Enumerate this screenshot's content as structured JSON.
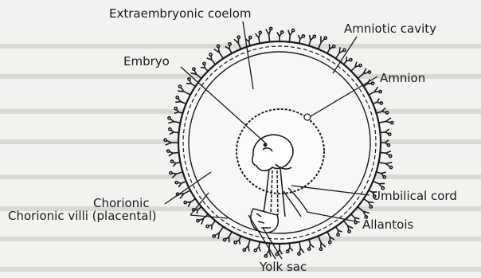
{
  "labels": {
    "extraembryonic_coelom": "Extraembryonic coelom",
    "amniotic_cavity": "Amniotic cavity",
    "embryo": "Embryo",
    "amnion": "Amnion",
    "chorionic": "Chorionic",
    "umbilical_cord": "Umbilical cord",
    "chorionic_villi": "Chorionic villi (placental)",
    "allantois": "Allantois",
    "yolk_sac": "Yolk sac"
  },
  "colors": {
    "ink": "#1a1a1a",
    "paper": "#f2f2f0",
    "scan_lines": "#d9d9d6"
  }
}
